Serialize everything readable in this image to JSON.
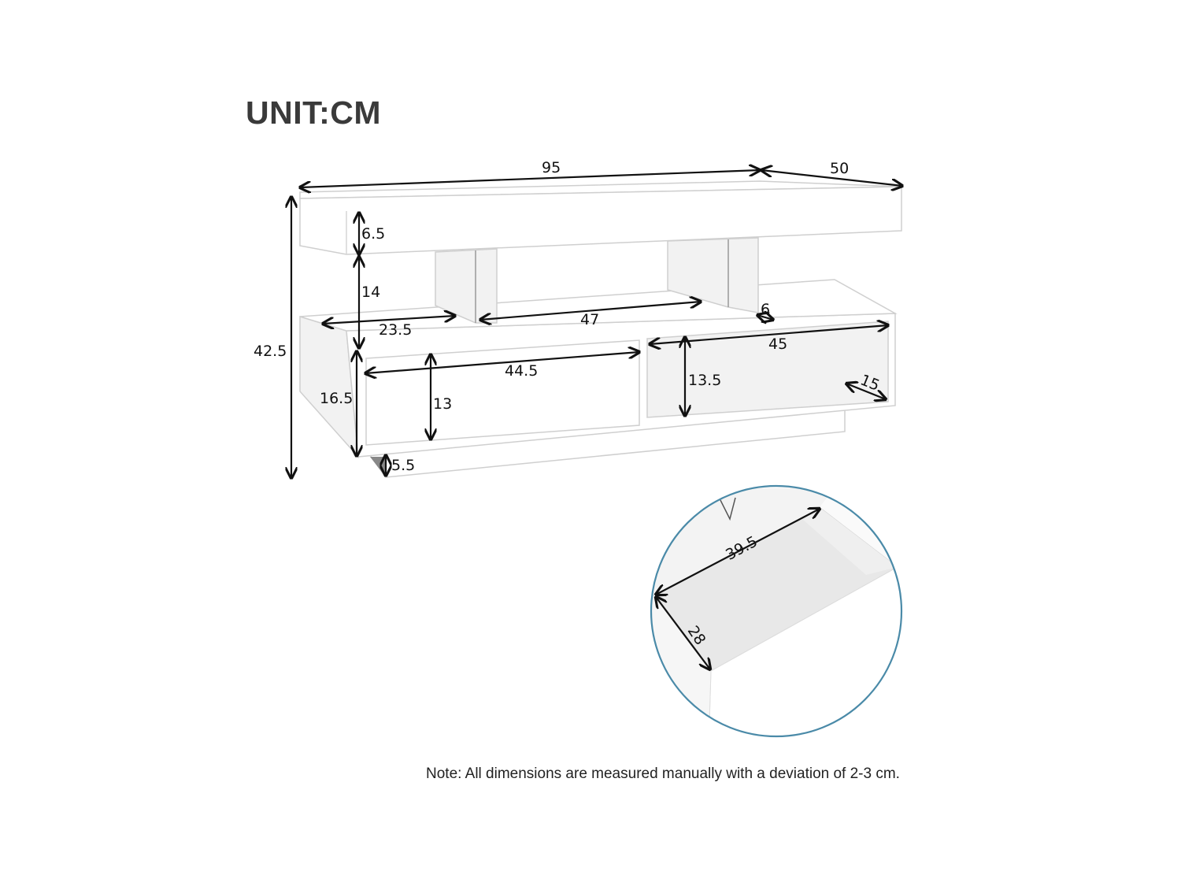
{
  "title": "UNIT:CM",
  "note": "Note: All dimensions are measured manually with a deviation of 2-3 cm.",
  "accent_color": "#4a8aa8",
  "dimensions": {
    "length": "95",
    "depth": "50",
    "total_height": "42.5",
    "top_thickness": "6.5",
    "open_shelf_height": "14",
    "left_shelf_width": "23.5",
    "middle_shelf_width": "47",
    "support_width": "6",
    "right_compartment_width": "45",
    "drawer_front_width": "44.5",
    "drawer_front_height": "13",
    "right_compartment_height": "13.5",
    "right_compartment_depth": "15",
    "body_height": "16.5",
    "base_height": "5.5",
    "drawer_inner_length": "39.5",
    "drawer_inner_depth": "28"
  }
}
